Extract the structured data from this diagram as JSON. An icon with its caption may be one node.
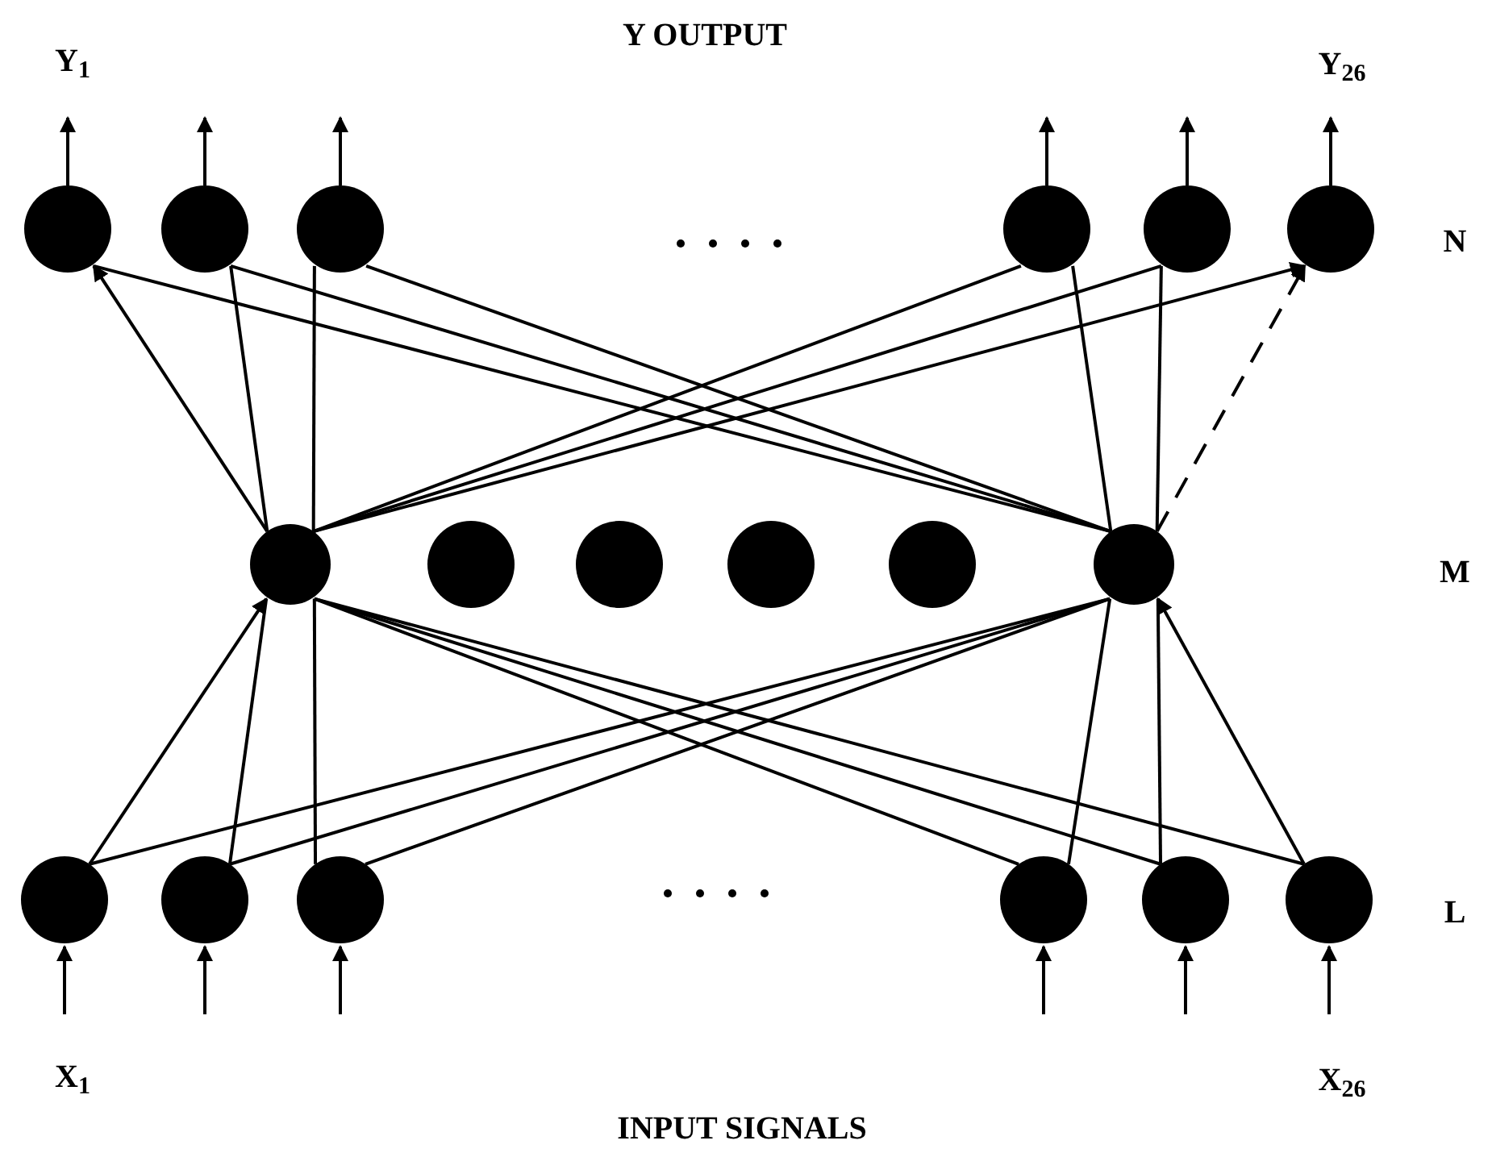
{
  "diagram": {
    "nodes": [
      {
        "text": [],
        "shape": "circle"
      },
      {
        "text": [],
        "shape": "circle"
      },
      {
        "text": [],
        "shape": "circle"
      },
      {
        "text": [],
        "shape": "circle"
      },
      {
        "text": [],
        "shape": "circle"
      },
      {
        "text": [],
        "shape": "circle"
      },
      {
        "text": [],
        "shape": "circle"
      },
      {
        "text": [],
        "shape": "circle"
      },
      {
        "text": [],
        "shape": "circle"
      },
      {
        "text": [],
        "shape": "circle"
      },
      {
        "text": [],
        "shape": "circle"
      },
      {
        "text": [],
        "shape": "circle"
      },
      {
        "text": [],
        "shape": "circle"
      },
      {
        "text": [],
        "shape": "circle"
      },
      {
        "text": [],
        "shape": "circle"
      },
      {
        "text": [],
        "shape": "circle"
      },
      {
        "text": [],
        "shape": "circle"
      },
      {
        "text": [],
        "shape": "circle"
      }
    ],
    "edges": [
      {
        "from": 0,
        "to": null,
        "arrow": "to"
      },
      {
        "from": 1,
        "to": null,
        "arrow": "to"
      },
      {
        "from": 2,
        "to": null,
        "arrow": "to"
      },
      {
        "from": 3,
        "to": null,
        "arrow": "to"
      },
      {
        "from": 4,
        "to": null,
        "arrow": "to"
      },
      {
        "from": 5,
        "to": null,
        "arrow": "to"
      },
      {
        "from": null,
        "to": 12,
        "arrow": "to"
      },
      {
        "from": null,
        "to": 13,
        "arrow": "to"
      },
      {
        "from": null,
        "to": 14,
        "arrow": "to"
      },
      {
        "from": null,
        "to": 15,
        "arrow": "to"
      },
      {
        "from": null,
        "to": 16,
        "arrow": "to"
      },
      {
        "from": null,
        "to": 17,
        "arrow": "to"
      },
      {
        "from": 6,
        "to": 0,
        "arrow": "to"
      },
      {
        "from": 6,
        "to": 1,
        "arrow": "none"
      },
      {
        "from": 6,
        "to": 2,
        "arrow": "none"
      },
      {
        "from": 6,
        "to": 3,
        "arrow": "none"
      },
      {
        "from": 6,
        "to": 4,
        "arrow": "none"
      },
      {
        "from": 6,
        "to": 5,
        "arrow": "to"
      },
      {
        "from": 11,
        "to": 0,
        "arrow": "none"
      },
      {
        "from": 11,
        "to": 1,
        "arrow": "none"
      },
      {
        "from": 11,
        "to": 2,
        "arrow": "none"
      },
      {
        "from": 11,
        "to": 3,
        "arrow": "none"
      },
      {
        "from": 11,
        "to": 4,
        "arrow": "none"
      },
      {
        "from": 11,
        "to": 5,
        "arrow": "to",
        "style": "dashed"
      },
      {
        "from": 12,
        "to": 6,
        "arrow": "to"
      },
      {
        "from": 13,
        "to": 6,
        "arrow": "none"
      },
      {
        "from": 14,
        "to": 6,
        "arrow": "none"
      },
      {
        "from": 15,
        "to": 6,
        "arrow": "none"
      },
      {
        "from": 16,
        "to": 6,
        "arrow": "none"
      },
      {
        "from": 17,
        "to": 6,
        "arrow": "none"
      },
      {
        "from": 12,
        "to": 11,
        "arrow": "none"
      },
      {
        "from": 13,
        "to": 11,
        "arrow": "none"
      },
      {
        "from": 14,
        "to": 11,
        "arrow": "none"
      },
      {
        "from": 15,
        "to": 11,
        "arrow": "none"
      },
      {
        "from": 16,
        "to": 11,
        "arrow": "none"
      },
      {
        "from": 17,
        "to": 11,
        "arrow": "to"
      }
    ],
    "labels": [
      "Y OUTPUT",
      "Y$_{1}$",
      "Y$_{26}$",
      "N",
      "M",
      "L",
      "X$_{1}$",
      "X$_{26}$",
      "INPUT SIGNALS"
    ]
  }
}
